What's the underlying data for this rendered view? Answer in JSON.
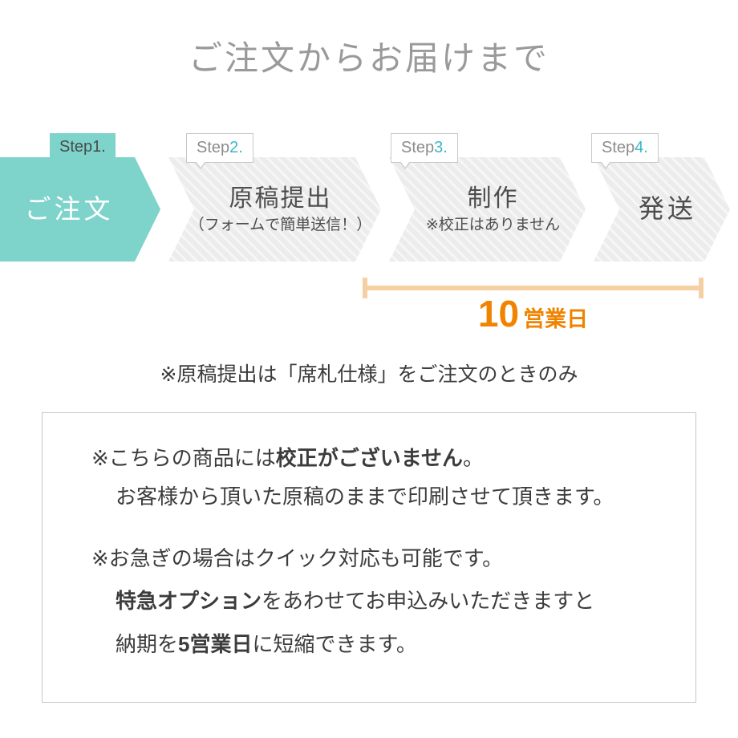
{
  "title": "ご注文からお届けまで",
  "steps": [
    {
      "tag_prefix": "Step",
      "tag_num": "1.",
      "title": "ご注文",
      "subtitle": ""
    },
    {
      "tag_prefix": "Step",
      "tag_num": "2.",
      "title": "原稿提出",
      "subtitle": "（フォームで簡単送信！）"
    },
    {
      "tag_prefix": "Step",
      "tag_num": "3.",
      "title": "制作",
      "subtitle": "※校正はありません"
    },
    {
      "tag_prefix": "Step",
      "tag_num": "4.",
      "title": "発送",
      "subtitle": ""
    }
  ],
  "duration": {
    "number": "10",
    "unit": "営業日"
  },
  "note": "※原稿提出は「席札仕様」をご注文のときのみ",
  "info_box": {
    "line1_pre": "※こちらの商品には",
    "line1_bold": "校正がございません",
    "line1_post": "。",
    "line2": "お客様から頂いた原稿のままで印刷させて頂きます。",
    "line3": "※お急ぎの場合はクイック対応も可能です。",
    "line4_bold": "特急オプション",
    "line4_rest": "をあわせてお申込みいただきますと",
    "line5_pre": "納期を",
    "line5_bold": "5営業日",
    "line5_post": "に短縮できます。"
  },
  "colors": {
    "teal": "#7ed3cb",
    "step_number_teal": "#3bb7c6",
    "orange_text": "#f08300",
    "bracket_peach": "#f6d0a2",
    "title_gray": "#9a9a9a",
    "text_dark": "#3c3c3c"
  }
}
